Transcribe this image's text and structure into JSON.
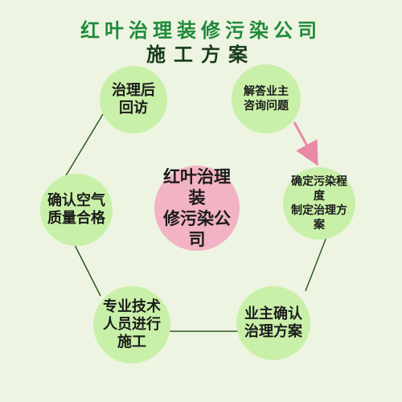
{
  "title": {
    "line1": "红叶治理装修污染公司",
    "line2": "施工方案"
  },
  "center": {
    "label": "红叶治理装\n修污染公司"
  },
  "nodes": [
    {
      "id": "top-left",
      "label": "治理后\n回访"
    },
    {
      "id": "top-right",
      "label": "解答业主\n咨询问题"
    },
    {
      "id": "right",
      "label": "确定污染程度\n制定治理方案"
    },
    {
      "id": "bottom-right",
      "label": "业主确认\n治理方案"
    },
    {
      "id": "bottom-left",
      "label": "专业技术\n人员进行\n施工"
    },
    {
      "id": "left",
      "label": "确认空气\n质量合格"
    }
  ],
  "colors": {
    "node_fill": "#c9f0a8",
    "center_fill": "#f2b3c4",
    "arrow": "#e88aa6",
    "line": "#2a5a22",
    "title": "#1f8a3a"
  }
}
